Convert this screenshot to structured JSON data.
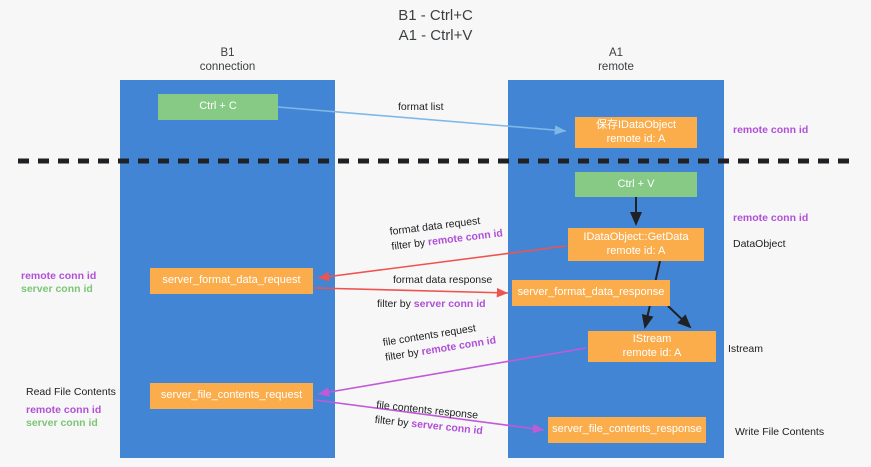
{
  "title": "B1 - Ctrl+C\nA1 - Ctrl+V",
  "columns": {
    "left": "B1\nconnection",
    "right": "A1\nremote"
  },
  "colors": {
    "lane": "#4285d4",
    "node_green": "#86ca85",
    "node_orange": "#fbad4c",
    "keyword_remote": "#b14fd8",
    "keyword_server": "#7cc576",
    "edge_format_list": "#7eb8e8",
    "edge_format_data": "#ef5350",
    "edge_file_contents": "#c159d8",
    "edge_black": "#202124",
    "divider": "#202124",
    "background": "#f7f7f7"
  },
  "nodes": {
    "ctrl_c": {
      "line1": "Ctrl + C",
      "line2": ""
    },
    "save_idataobject": {
      "line1": "保存IDataObject",
      "line2": "remote id: A"
    },
    "ctrl_v": {
      "line1": "Ctrl + V",
      "line2": ""
    },
    "getdata": {
      "line1": "IDataObject::GetData",
      "line2": "remote id: A"
    },
    "server_format_data_request": {
      "line1": "server_format_data_request",
      "line2": ""
    },
    "server_format_data_response": {
      "line1": "server_format_data_response",
      "line2": ""
    },
    "istream": {
      "line1": "IStream",
      "line2": "remote id: A"
    },
    "server_file_contents_request": {
      "line1": "server_file_contents_request",
      "line2": ""
    },
    "server_file_contents_response": {
      "line1": "server_file_contents_response",
      "line2": ""
    }
  },
  "edges": {
    "format_list": "format list",
    "format_data_request": "format data request",
    "format_data_request_filter_prefix": "filter by ",
    "format_data_request_filter_key": "remote conn id",
    "format_data_response": "format data response",
    "format_data_response_filter_prefix": "filter by ",
    "format_data_response_filter_key": "server conn id",
    "file_contents_request": "file contents request",
    "file_contents_request_filter_prefix": "filter by ",
    "file_contents_request_filter_key": "remote conn id",
    "file_contents_response": "file contents response",
    "file_contents_response_filter_prefix": "filter by ",
    "file_contents_response_filter_key": "server conn id"
  },
  "annotations": {
    "right_top_remote_conn_id": "remote conn id",
    "right_mid_remote_conn_id": "remote conn id",
    "right_dataobject": "DataObject",
    "right_istream": "Istream",
    "right_write_file_contents": "Write File Contents",
    "left_mid_remote_conn_id": "remote conn id",
    "left_mid_server_conn_id": "server conn id",
    "left_read_file_contents": "Read File Contents",
    "left_bot_remote_conn_id": "remote conn id",
    "left_bot_server_conn_id": "server conn id"
  }
}
